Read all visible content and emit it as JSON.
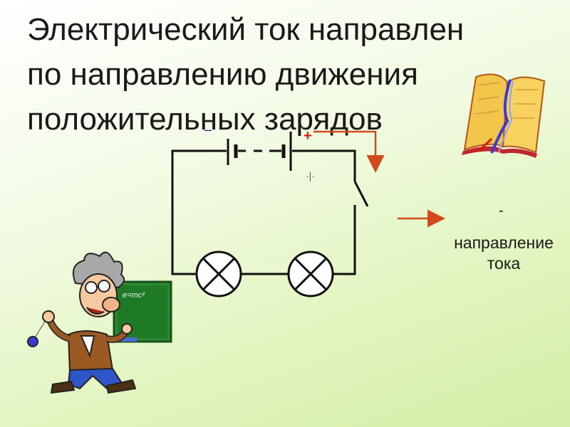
{
  "slide": {
    "title_lines": [
      "Электрический ток направлен",
      "по направлению движения",
      "положительных зарядов"
    ],
    "minus_sign": "–",
    "plus_sign": "+",
    "legend": {
      "dash": "-",
      "line1": "направление",
      "line2": "тока"
    },
    "board_formula": "e=mc²",
    "battery_mark": "·|·"
  },
  "colors": {
    "arrow": "#d24a1c",
    "wire": "#111111",
    "plus": "#d81e05",
    "board": "#1f7a25"
  },
  "icons": [
    "book-icon",
    "professor-illustration",
    "chalkboard-icon"
  ]
}
